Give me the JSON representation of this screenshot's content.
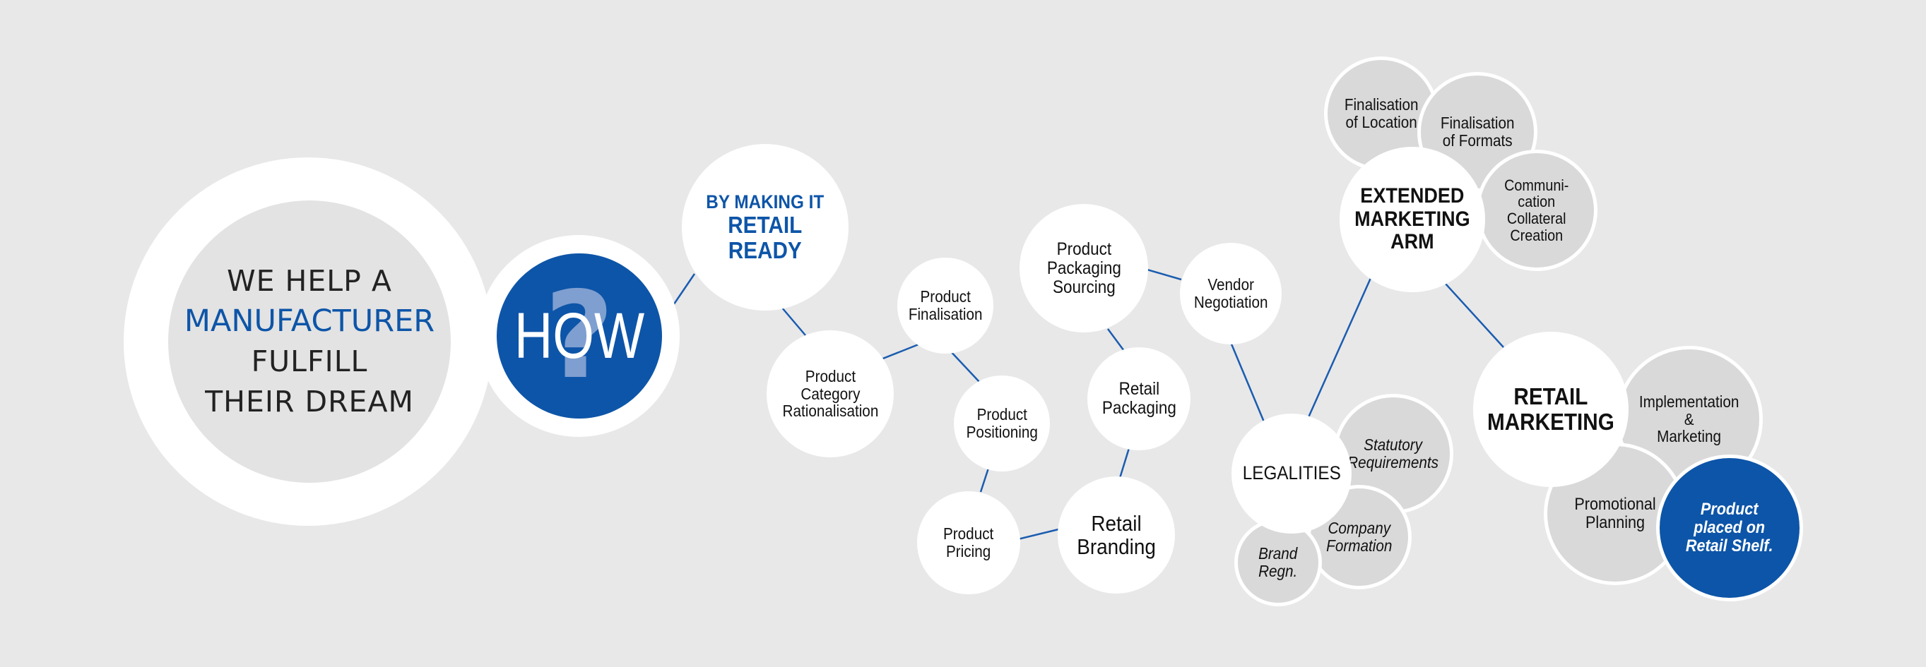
{
  "intro": {
    "line1": "WE HELP A",
    "line2": "MANUFACTURER",
    "line3": "FULFILL",
    "line4": "THEIR DREAM"
  },
  "how": {
    "question_mark": "?",
    "text": "HOW"
  },
  "colors": {
    "background": "#e8e8e8",
    "brand_blue": "#0d55a8",
    "connector": "#1a5cb0",
    "sub_bubble_grey": "#d9d9d9"
  },
  "nodes": {
    "retail_ready": {
      "line1": "BY MAKING IT",
      "line2": "RETAIL",
      "line3": "READY"
    },
    "product_finalisation": {
      "line1": "Product",
      "line2": "Finalisation"
    },
    "product_category": {
      "line1": "Product",
      "line2": "Category",
      "line3": "Rationalisation"
    },
    "product_positioning": {
      "line1": "Product",
      "line2": "Positioning"
    },
    "product_pricing": {
      "line1": "Product",
      "line2": "Pricing"
    },
    "retail_branding": {
      "line1": "Retail",
      "line2": "Branding"
    },
    "product_packaging": {
      "line1": "Product",
      "line2": "Packaging",
      "line3": "Sourcing"
    },
    "retail_packaging": {
      "line1": "Retail",
      "line2": "Packaging"
    },
    "vendor_negotiation": {
      "line1": "Vendor",
      "line2": "Negotiation"
    },
    "legalities": {
      "line1": "LEGALITIES"
    },
    "statutory": {
      "line1": "Statutory",
      "line2": "Requirements"
    },
    "company_formation": {
      "line1": "Company",
      "line2": "Formation"
    },
    "brand_regn": {
      "line1": "Brand",
      "line2": "Regn."
    },
    "extended_marketing": {
      "line1": "EXTENDED",
      "line2": "MARKETING",
      "line3": "ARM"
    },
    "finalisation_location": {
      "line1": "Finalisation",
      "line2": "of Location"
    },
    "finalisation_formats": {
      "line1": "Finalisation",
      "line2": "of Formats"
    },
    "communication": {
      "line1": "Communi-",
      "line2": "cation",
      "line3": "Collateral",
      "line4": "Creation"
    },
    "retail_marketing": {
      "line1": "RETAIL",
      "line2": "MARKETING"
    },
    "implementation": {
      "line1": "Implementation",
      "line2": "&",
      "line3": "Marketing"
    },
    "promotional": {
      "line1": "Promotional",
      "line2": "Planning"
    },
    "product_shelf": {
      "line1": "Product",
      "line2": "placed on",
      "line3": "Retail Shelf."
    }
  }
}
